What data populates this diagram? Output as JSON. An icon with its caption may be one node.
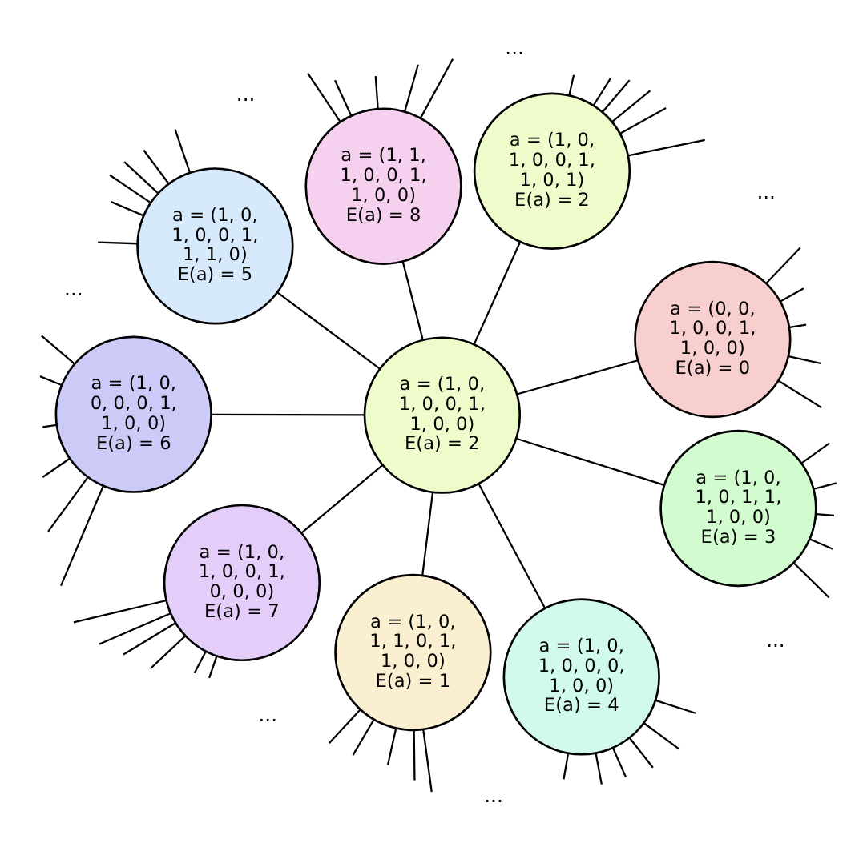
{
  "diagram": {
    "nodes": [
      {
        "text": [
          "a = (0, 0, 1, 0, 0, 1, 1, 0, 0)",
          "E(a) = 0"
        ]
      },
      {
        "text": [
          "a = (1, 0, 1, 0, 0, 1, 1, 0, 1)",
          "E(a) = 2"
        ]
      },
      {
        "text": [
          "a = (1, 1, 1, 0, 0, 1, 1, 0, 0)",
          "E(a) = 8"
        ]
      },
      {
        "text": [
          "a = (1, 0, 1, 0, 0, 1, 1, 1, 0)",
          "E(a) = 5"
        ]
      },
      {
        "text": [
          "a = (1, 0, 1, 0, 0, 1, 1, 0, 0)",
          "E(a) = 2"
        ]
      },
      {
        "text": [
          "a = (1, 0, 0, 0, 0, 1, 1, 0, 0)",
          "E(a) = 6"
        ]
      },
      {
        "text": [
          "a = (1, 0, 1, 0, 0, 1, 0, 0, 0)",
          "E(a) = 7"
        ]
      },
      {
        "text": [
          "a = (1, 0, 1, 1, 0, 1, 1, 0, 0)",
          "E(a) = 1"
        ]
      },
      {
        "text": [
          "a = (1, 0, 1, 0, 0, 0, 1, 0, 0)",
          "E(a) = 4"
        ]
      },
      {
        "text": [
          "a = (1, 0, 1, 0, 1, 1, 1, 0, 0)",
          "E(a) = 3"
        ]
      }
    ],
    "edges": [
      {
        "from": 4,
        "to": 0,
        "arrow": "none"
      },
      {
        "from": 4,
        "to": 1,
        "arrow": "none"
      },
      {
        "from": 4,
        "to": 2,
        "arrow": "none"
      },
      {
        "from": 4,
        "to": 3,
        "arrow": "none"
      },
      {
        "from": 4,
        "to": 5,
        "arrow": "none"
      },
      {
        "from": 4,
        "to": 6,
        "arrow": "none"
      },
      {
        "from": 4,
        "to": 7,
        "arrow": "none"
      },
      {
        "from": 4,
        "to": 8,
        "arrow": "none"
      },
      {
        "from": 4,
        "to": 9,
        "arrow": "none"
      },
      {
        "from": 0,
        "to": null,
        "arrow": "none"
      },
      {
        "from": 0,
        "to": null,
        "arrow": "none"
      },
      {
        "from": 0,
        "to": null,
        "arrow": "none"
      },
      {
        "from": 0,
        "to": null,
        "arrow": "none"
      },
      {
        "from": 0,
        "to": null,
        "arrow": "none"
      },
      {
        "from": 1,
        "to": null,
        "arrow": "none"
      },
      {
        "from": 1,
        "to": null,
        "arrow": "none"
      },
      {
        "from": 1,
        "to": null,
        "arrow": "none"
      },
      {
        "from": 1,
        "to": null,
        "arrow": "none"
      },
      {
        "from": 1,
        "to": null,
        "arrow": "none"
      },
      {
        "from": 1,
        "to": null,
        "arrow": "none"
      },
      {
        "from": 2,
        "to": null,
        "arrow": "none"
      },
      {
        "from": 2,
        "to": null,
        "arrow": "none"
      },
      {
        "from": 2,
        "to": null,
        "arrow": "none"
      },
      {
        "from": 2,
        "to": null,
        "arrow": "none"
      },
      {
        "from": 2,
        "to": null,
        "arrow": "none"
      },
      {
        "from": 3,
        "to": null,
        "arrow": "none"
      },
      {
        "from": 3,
        "to": null,
        "arrow": "none"
      },
      {
        "from": 3,
        "to": null,
        "arrow": "none"
      },
      {
        "from": 3,
        "to": null,
        "arrow": "none"
      },
      {
        "from": 3,
        "to": null,
        "arrow": "none"
      },
      {
        "from": 3,
        "to": null,
        "arrow": "none"
      },
      {
        "from": 5,
        "to": null,
        "arrow": "none"
      },
      {
        "from": 5,
        "to": null,
        "arrow": "none"
      },
      {
        "from": 5,
        "to": null,
        "arrow": "none"
      },
      {
        "from": 5,
        "to": null,
        "arrow": "none"
      },
      {
        "from": 5,
        "to": null,
        "arrow": "none"
      },
      {
        "from": 5,
        "to": null,
        "arrow": "none"
      },
      {
        "from": 6,
        "to": null,
        "arrow": "none"
      },
      {
        "from": 6,
        "to": null,
        "arrow": "none"
      },
      {
        "from": 6,
        "to": null,
        "arrow": "none"
      },
      {
        "from": 6,
        "to": null,
        "arrow": "none"
      },
      {
        "from": 6,
        "to": null,
        "arrow": "none"
      },
      {
        "from": 6,
        "to": null,
        "arrow": "none"
      },
      {
        "from": 7,
        "to": null,
        "arrow": "none"
      },
      {
        "from": 7,
        "to": null,
        "arrow": "none"
      },
      {
        "from": 7,
        "to": null,
        "arrow": "none"
      },
      {
        "from": 7,
        "to": null,
        "arrow": "none"
      },
      {
        "from": 7,
        "to": null,
        "arrow": "none"
      },
      {
        "from": 8,
        "to": null,
        "arrow": "none"
      },
      {
        "from": 8,
        "to": null,
        "arrow": "none"
      },
      {
        "from": 8,
        "to": null,
        "arrow": "none"
      },
      {
        "from": 8,
        "to": null,
        "arrow": "none"
      },
      {
        "from": 8,
        "to": null,
        "arrow": "none"
      },
      {
        "from": 8,
        "to": null,
        "arrow": "none"
      },
      {
        "from": 9,
        "to": null,
        "arrow": "none"
      },
      {
        "from": 9,
        "to": null,
        "arrow": "none"
      },
      {
        "from": 9,
        "to": null,
        "arrow": "none"
      },
      {
        "from": 9,
        "to": null,
        "arrow": "none"
      },
      {
        "from": 9,
        "to": null,
        "arrow": "none"
      }
    ],
    "labels": [
      "...",
      "...",
      "...",
      "...",
      "...",
      "...",
      "..."
    ]
  }
}
